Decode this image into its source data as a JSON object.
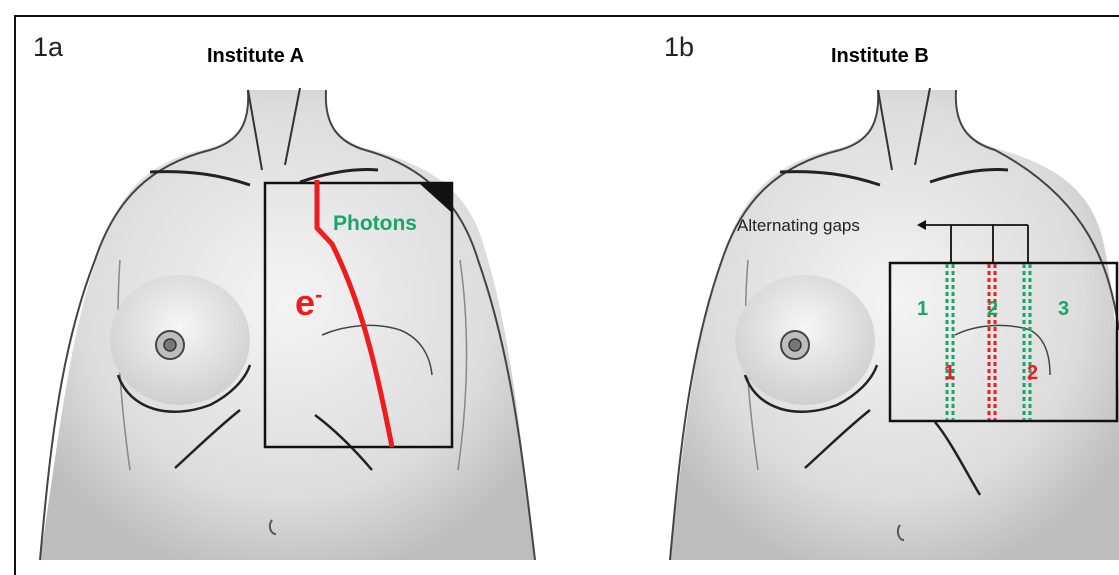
{
  "panels": [
    {
      "label": "1a",
      "title": "Institute A",
      "photons_label": "Photons",
      "electron_label": "e",
      "electron_superscript": "-"
    },
    {
      "label": "1b",
      "title": "Institute B",
      "gaps_label": "Alternating gaps",
      "green_numbers": [
        "1",
        "2",
        "3"
      ],
      "red_numbers": [
        "1",
        "2"
      ]
    }
  ],
  "colors": {
    "electron_red": "#ee1c1c",
    "photon_green": "#1aa56a",
    "field_outline": "#111111"
  }
}
